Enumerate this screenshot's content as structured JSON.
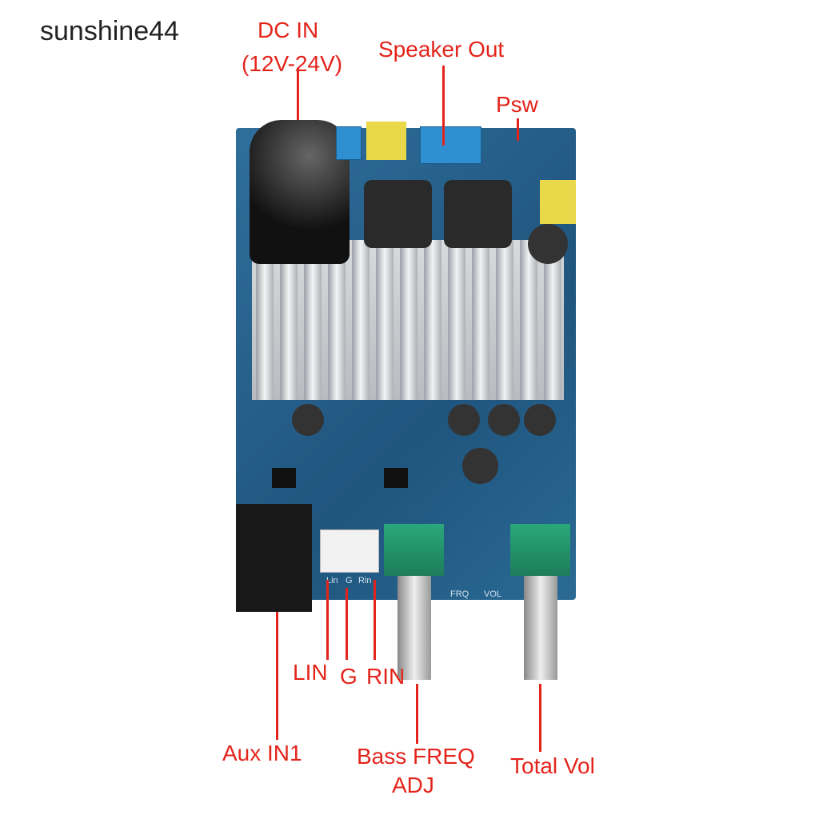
{
  "watermark": "sunshine44",
  "labels": {
    "dc_in": "DC IN",
    "dc_in_range": "(12V-24V)",
    "speaker_out": "Speaker Out",
    "psw": "Psw",
    "lin": "LIN",
    "g": "G",
    "rin": "RIN",
    "aux_in1": "Aux IN1",
    "bass_freq": "Bass FREQ",
    "adj": "ADJ",
    "total_vol": "Total Vol"
  },
  "silkscreen": {
    "lin": "Lin",
    "g": "G",
    "rin": "Rin",
    "frq": "FRQ",
    "vol": "VOL"
  },
  "colors": {
    "annotation": "#e3241b",
    "pcb": "#1f557f"
  }
}
